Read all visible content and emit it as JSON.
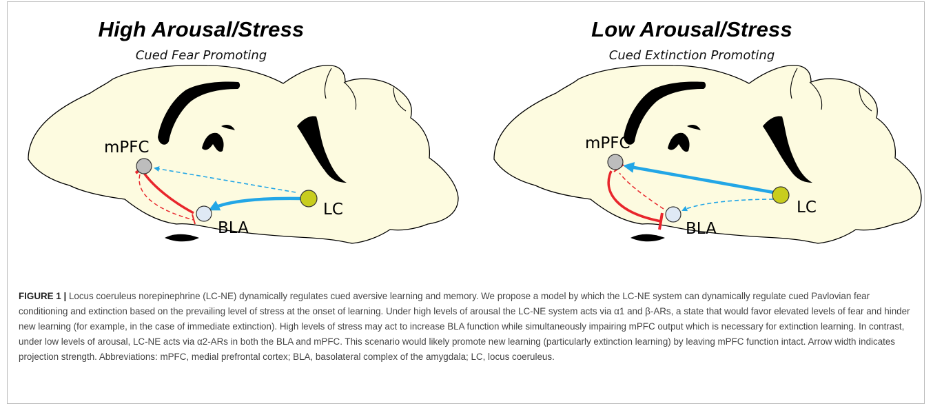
{
  "panels": [
    {
      "title": "High Arousal/Stress",
      "subtitle": "Cued Fear Promoting",
      "labels": {
        "mpfc": "mPFC",
        "bla": "BLA",
        "lc": "LC"
      }
    },
    {
      "title": "Low Arousal/Stress",
      "subtitle": "Cued Extinction Promoting",
      "labels": {
        "mpfc": "mPFC",
        "bla": "BLA",
        "lc": "LC"
      }
    }
  ],
  "colors": {
    "brain_fill": "#fdfbe0",
    "outline": "#000000",
    "mpfc_node": "#bdbdbd",
    "bla_node": "#dfe9f5",
    "lc_node": "#c8cd1e",
    "excitatory_arrow": "#22a6e6",
    "inhibitory_arrow": "#e8262c"
  },
  "caption": {
    "label": "FIGURE 1 |",
    "text": "Locus coeruleus norepinephrine (LC-NE) dynamically regulates cued aversive learning and memory. We propose a model by which the LC-NE system can dynamically regulate cued Pavlovian fear conditioning and extinction based on the prevailing level of stress at the onset of learning. Under high levels of arousal the LC-NE system acts via α1 and β-ARs, a state that would favor elevated levels of fear and hinder new learning (for example, in the case of immediate extinction). High levels of stress may act to increase BLA function while simultaneously impairing mPFC output which is necessary for extinction learning. In contrast, under low levels of arousal, LC-NE acts via α2-ARs in both the BLA and mPFC. This scenario would likely promote new learning (particularly extinction learning) by leaving mPFC function intact. Arrow width indicates projection strength. Abbreviations: mPFC, medial prefrontal cortex; BLA, basolateral complex of the amygdala; LC, locus coeruleus."
  }
}
